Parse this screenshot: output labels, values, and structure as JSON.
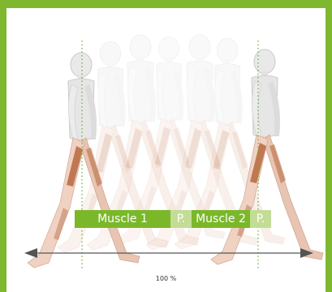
{
  "colors": {
    "border": "#7fb82e",
    "phase_dark": "#7ab82a",
    "phase_light": "#c3dc96",
    "guide_line": "#6aa82a",
    "arrow": "#555555"
  },
  "gait_bar": {
    "segments": [
      {
        "label": "Muscle 1",
        "tone": "dark"
      },
      {
        "label": "P.",
        "tone": "light"
      },
      {
        "label": "Muscle 2",
        "tone": "dark"
      },
      {
        "label": "P.",
        "tone": "light"
      }
    ]
  },
  "axis": {
    "label": "100 %"
  },
  "figures": {
    "icon": "walking-figure-sequence"
  }
}
